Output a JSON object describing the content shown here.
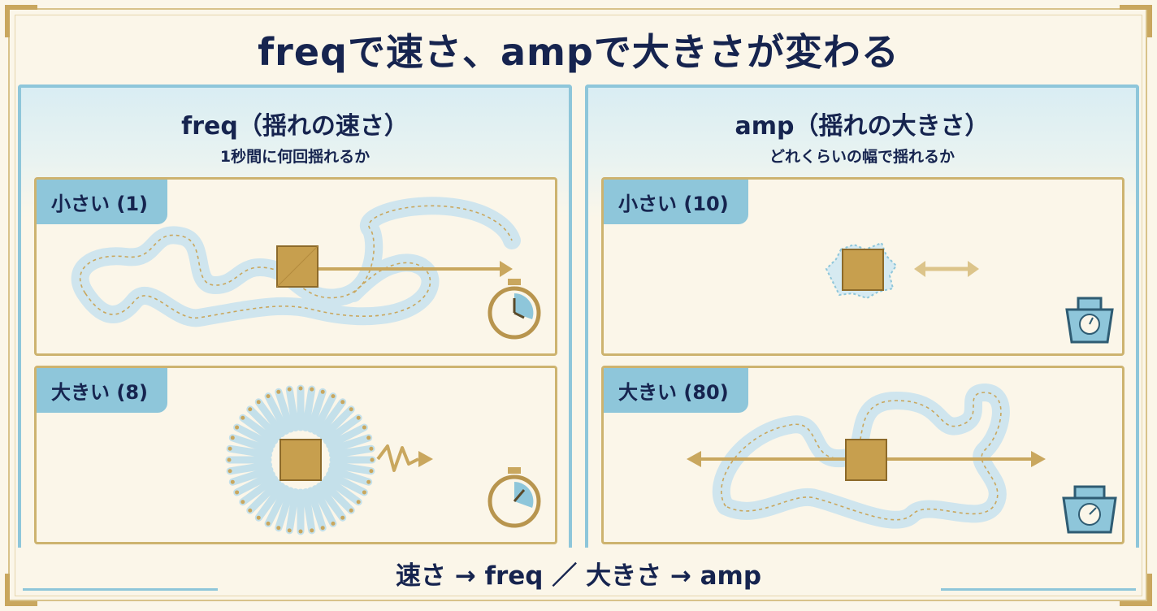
{
  "title": "freqで速さ、ampで大きさが変わる",
  "panels": {
    "freq": {
      "title": "freq（揺れの速さ）",
      "subtitle": "1秒間に何回揺れるか",
      "small_label": "小さい (1)",
      "large_label": "大きい (8)"
    },
    "amp": {
      "title": "amp（揺れの大きさ）",
      "subtitle": "どれくらいの幅で揺れるか",
      "small_label": "小さい (10)",
      "large_label": "大きい (80)"
    }
  },
  "footer": "速さ → freq ／ 大きさ → amp",
  "icons": [
    "stopwatch-icon",
    "scale-icon",
    "zigzag-arrow-icon",
    "double-arrow-icon"
  ],
  "colors": {
    "accent_blue": "#8ec6da",
    "gold": "#c9a75e",
    "square": "#c79f4e",
    "navy": "#16244f",
    "background": "#fbf6e9"
  }
}
